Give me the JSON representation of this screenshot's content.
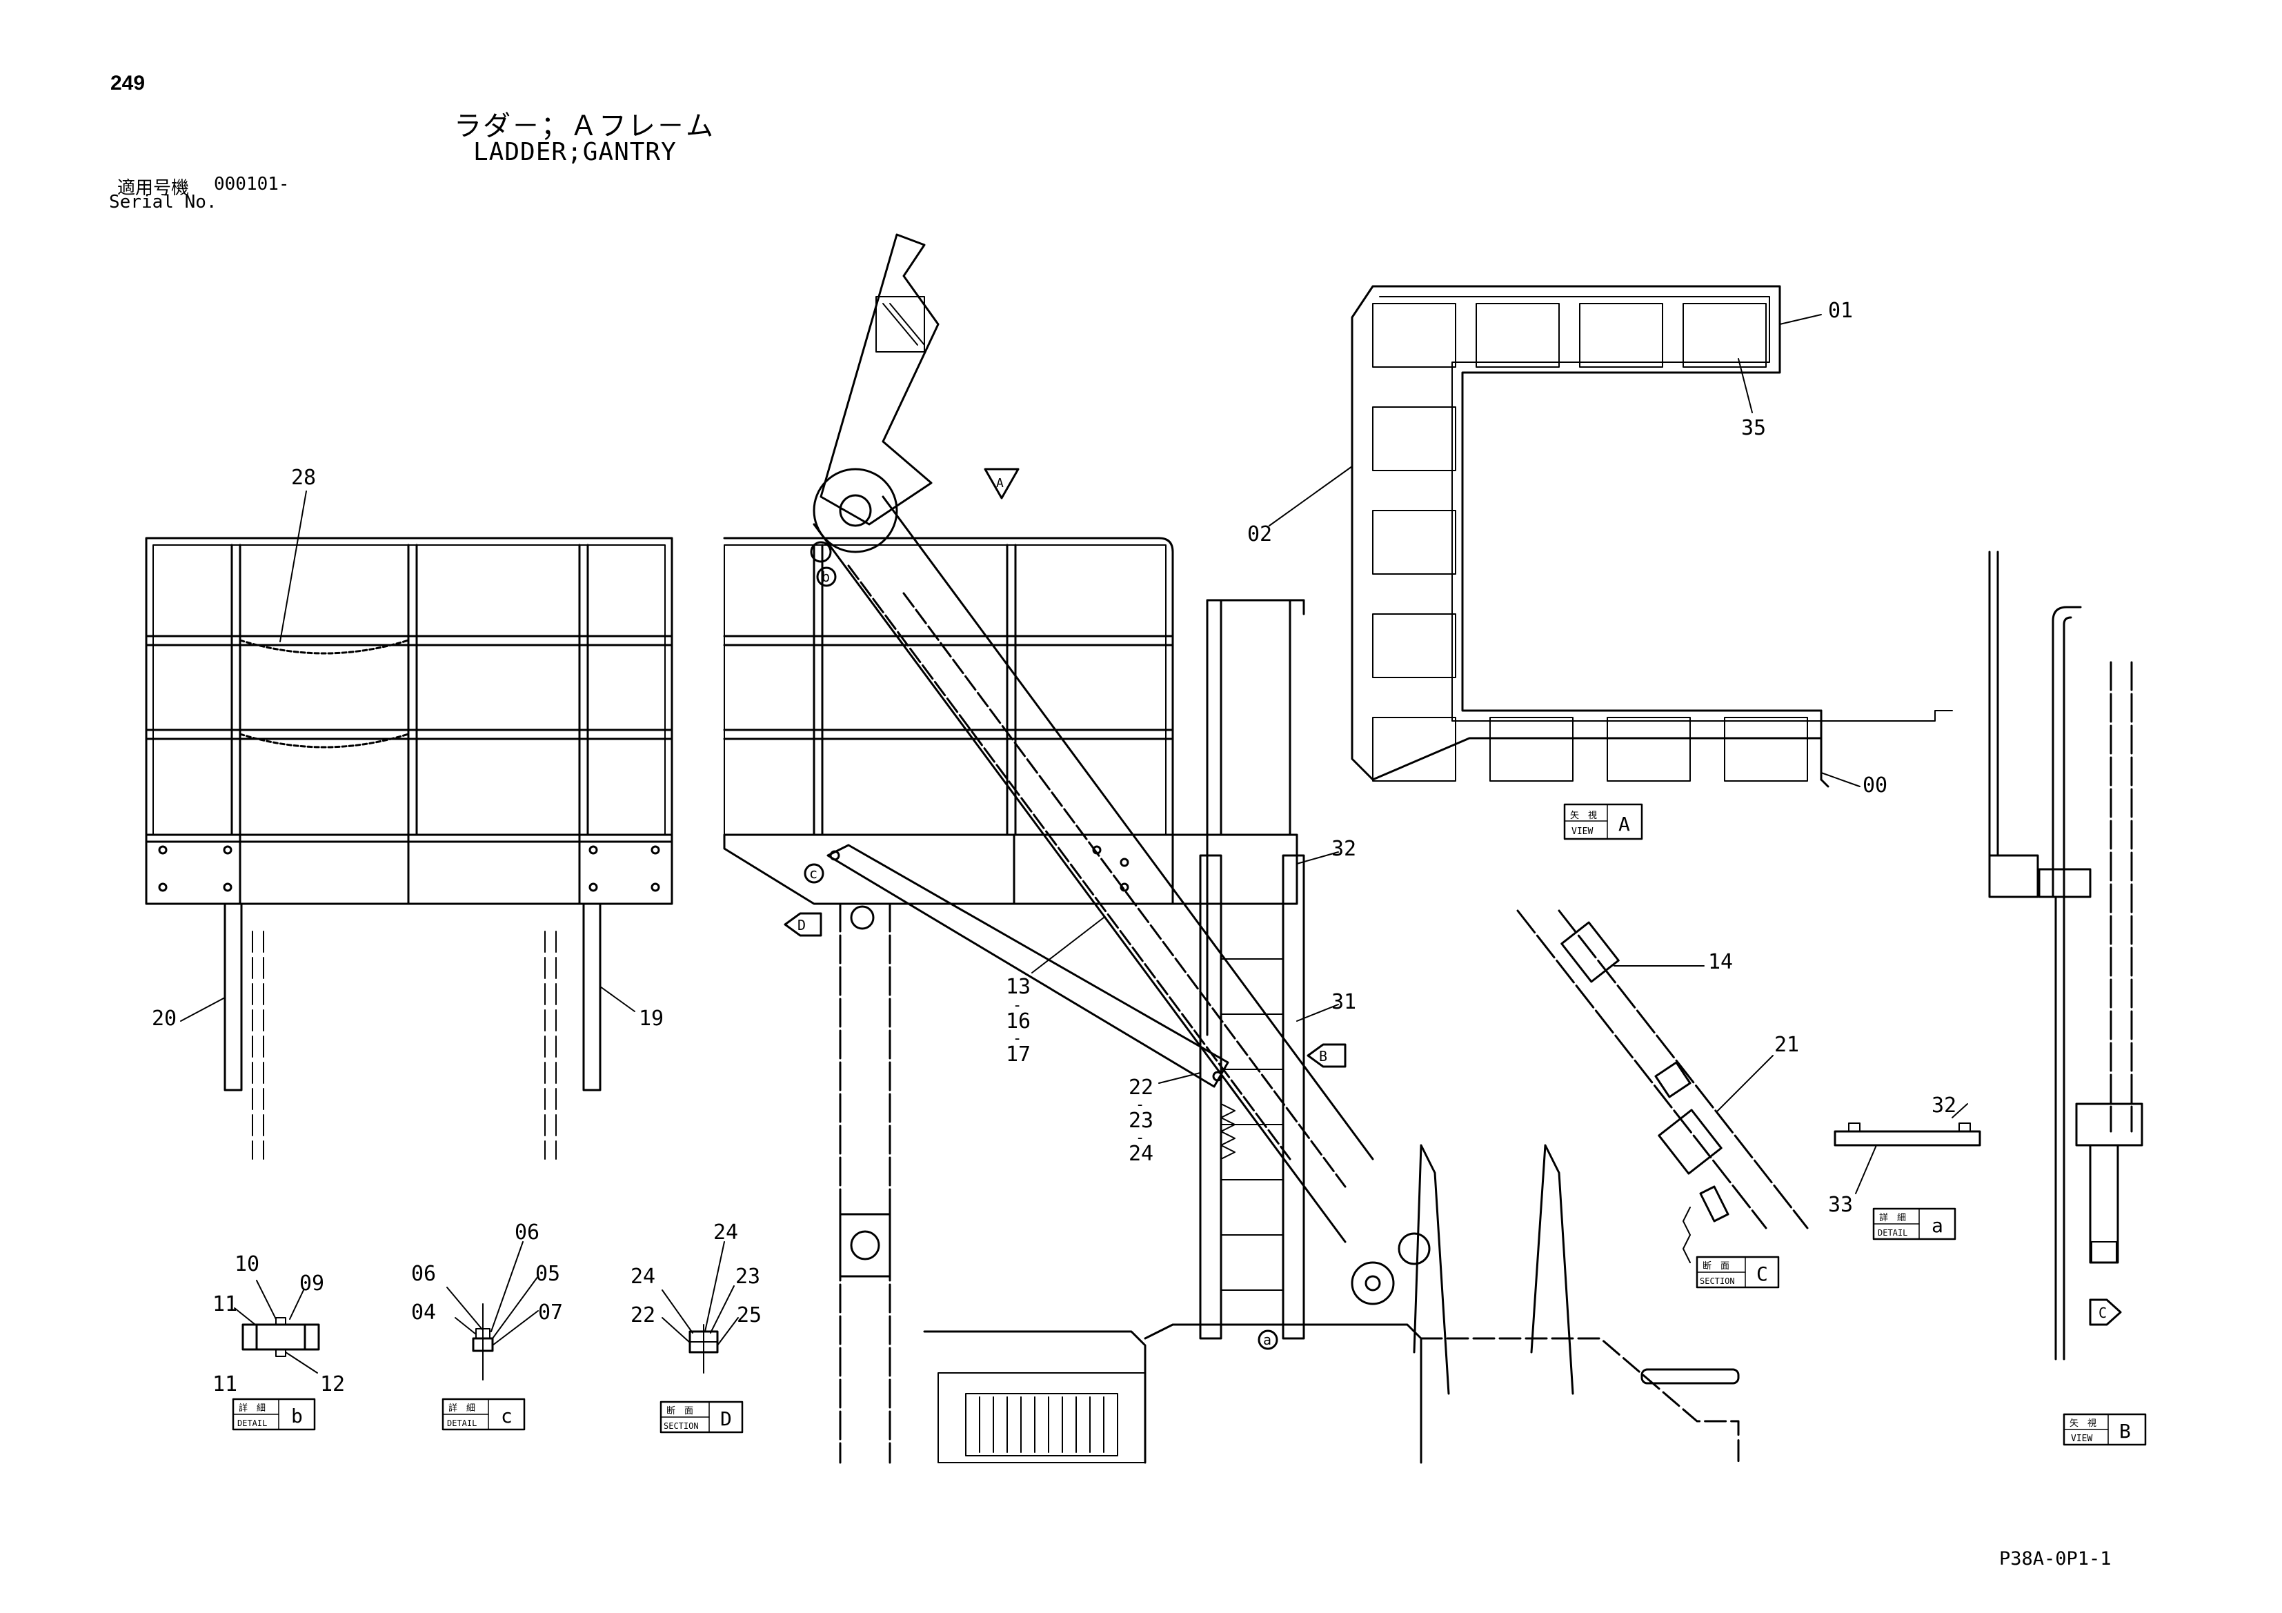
{
  "page_number": "249",
  "title_jp": "ラダ－；Ａフレ－ム",
  "title_en": "LADDER;GANTRY",
  "serial_label_jp": "適用号機",
  "serial_value": "000101-",
  "serial_label_en": "Serial No.",
  "document_id": "P38A-0P1-1",
  "part_callouts": [
    "28",
    "02",
    "01",
    "35",
    "00",
    "32",
    "31",
    "13",
    "16",
    "17",
    "20",
    "19",
    "22",
    "23",
    "24",
    "14",
    "21",
    "32",
    "33",
    "10",
    "09",
    "11",
    "11",
    "12",
    "06",
    "06",
    "05",
    "04",
    "07",
    "24",
    "24",
    "23",
    "22",
    "25"
  ],
  "view_labels": [
    {
      "jp": "矢　視",
      "en": "VIEW",
      "id": "A"
    },
    {
      "jp": "矢　視",
      "en": "VIEW",
      "id": "B"
    },
    {
      "jp": "断　面",
      "en": "SECTION",
      "id": "C"
    },
    {
      "jp": "断　面",
      "en": "SECTION",
      "id": "D"
    },
    {
      "jp": "詳　細",
      "en": "DETAIL",
      "id": "a"
    },
    {
      "jp": "詳　細",
      "en": "DETAIL",
      "id": "b"
    },
    {
      "jp": "詳　細",
      "en": "DETAIL",
      "id": "c"
    }
  ],
  "view_arrows": [
    "A",
    "B",
    "C",
    "D"
  ],
  "detail_circles": [
    "a",
    "b",
    "c"
  ]
}
